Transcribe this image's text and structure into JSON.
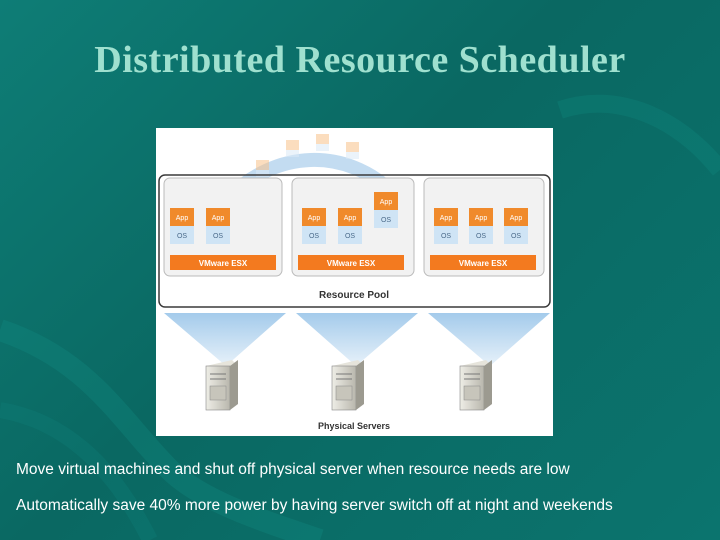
{
  "slide": {
    "title": "Distributed Resource Scheduler",
    "captions": [
      "Move virtual machines and shut off physical server when resource needs are low",
      "Automatically save 40% more power by having server switch off at night and weekends"
    ]
  },
  "diagram": {
    "app_label": "App",
    "os_label": "OS",
    "hypervisor_label": "VMware ESX",
    "pool_label": "Resource Pool",
    "servers_label": "Physical Servers",
    "colors": {
      "app": "#f08a2b",
      "os": "#cfe4f5",
      "hypervisor": "#f37a1f",
      "pool_border": "#3a3a3a",
      "arrow": "#7fb3df",
      "beam": "#9fc8ea",
      "server": "#d8d6cc"
    }
  }
}
